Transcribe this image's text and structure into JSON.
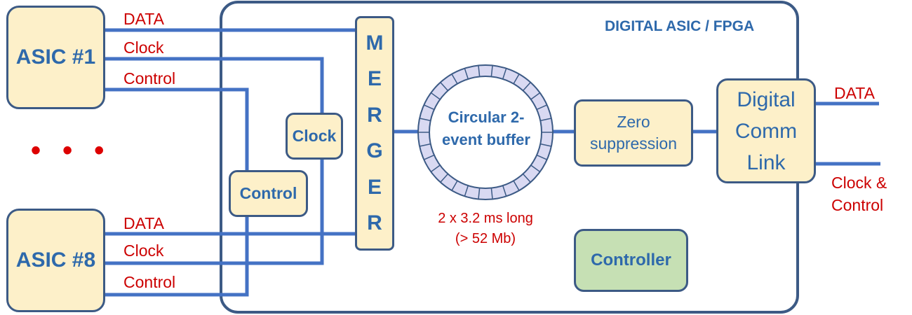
{
  "fpga": {
    "title": "DIGITAL ASIC / FPGA"
  },
  "asic_top": {
    "label": "ASIC #1",
    "signals": [
      "DATA",
      "Clock",
      "Control"
    ]
  },
  "asic_bottom": {
    "label": "ASIC #8",
    "signals": [
      "DATA",
      "Clock",
      "Control"
    ]
  },
  "ellipsis": "• • •",
  "clock_box": {
    "label": "Clock"
  },
  "control_box": {
    "label": "Control"
  },
  "merger": {
    "letters": [
      "M",
      "E",
      "R",
      "G",
      "E",
      "R"
    ]
  },
  "buffer": {
    "lines": [
      "Circular 2-",
      "event buffer"
    ],
    "note_lines": [
      "2 x 3.2 ms long",
      "(> 52 Mb)"
    ]
  },
  "zero_suppression": {
    "lines": [
      "Zero",
      "suppression"
    ]
  },
  "comm_link": {
    "lines": [
      "Digital",
      "Comm",
      "Link"
    ]
  },
  "controller": {
    "label": "Controller"
  },
  "outputs": {
    "data": "DATA",
    "clock_control_lines": [
      "Clock &",
      "Control"
    ]
  },
  "colors": {
    "wire": "#4472c4",
    "box_fill": "#fdf0c9",
    "box_border": "#3c5a85",
    "text_blue": "#2e69ab",
    "text_red": "#cc0000",
    "green_fill": "#c6e0b4"
  }
}
